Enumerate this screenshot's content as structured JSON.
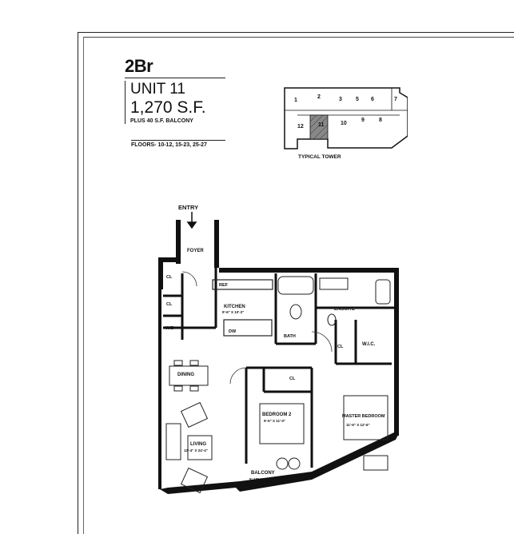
{
  "header": {
    "bedroom_type": "2Br",
    "unit_name": "UNIT 11",
    "area": "1,270 S.F.",
    "balcony_note": "PLUS 40 S.F. BALCONY",
    "floors": "FLOORS- 10-12, 15-23, 25-27"
  },
  "key_plan": {
    "label": "TYPICAL TOWER",
    "unit_numbers": [
      "1",
      "2",
      "3",
      "5",
      "6",
      "7",
      "8",
      "9",
      "10",
      "11",
      "12"
    ]
  },
  "rooms": {
    "entry": "ENTRY",
    "foyer": "FOYER",
    "closet": "CL",
    "closet_2": "CL",
    "closet_3": "CL",
    "closet_4": "CL",
    "washer_dryer": "W/D",
    "fridge": "REF",
    "kitchen": "KITCHEN",
    "kitchen_dim": "9'-6\" X 10'-2\"",
    "dishwasher": "DW",
    "bath": "BATH",
    "ensuite": "ENSUITE",
    "wic": "W.I.C.",
    "dining": "DINING",
    "bedroom2": "BEDROOM 2",
    "bedroom2_dim": "9'-6\" X 11'-0\"",
    "master": "MASTER BEDROOM",
    "master_dim": "11'-6\" X 12'-6\"",
    "living": "LIVING",
    "living_dim": "12'-4\" X 24'-4\"",
    "balcony": "BALCONY",
    "balcony_dim": "5'-10\" X 4'-2\""
  }
}
